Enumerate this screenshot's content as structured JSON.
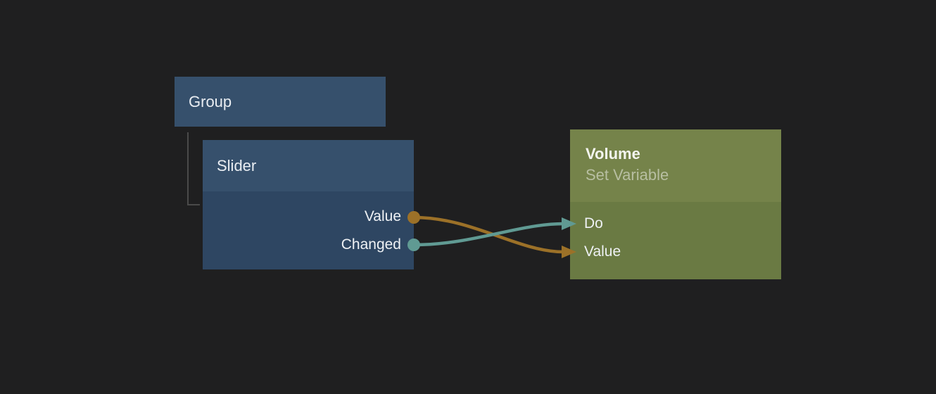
{
  "canvas": {
    "background": "#1f1f20"
  },
  "colors": {
    "node_blue_header": "#36506c",
    "node_blue_body": "#2e4662",
    "node_green_header": "#75834a",
    "node_green_body": "#6a7a43",
    "wire_orange": "#9c7128",
    "wire_teal": "#609a93",
    "tree_line": "#4a4a4a"
  },
  "nodes": {
    "group": {
      "title": "Group"
    },
    "slider": {
      "title": "Slider",
      "outputs": [
        {
          "label": "Value",
          "color": "#9c7128"
        },
        {
          "label": "Changed",
          "color": "#609a93"
        }
      ]
    },
    "volume": {
      "title": "Volume",
      "subtitle": "Set Variable",
      "inputs": [
        {
          "label": "Do",
          "color": "#609a93"
        },
        {
          "label": "Value",
          "color": "#9c7128"
        }
      ]
    }
  },
  "connections": [
    {
      "from": "Slider.Value",
      "to": "Volume.Value",
      "color": "#9c7128"
    },
    {
      "from": "Slider.Changed",
      "to": "Volume.Do",
      "color": "#609a93"
    }
  ]
}
